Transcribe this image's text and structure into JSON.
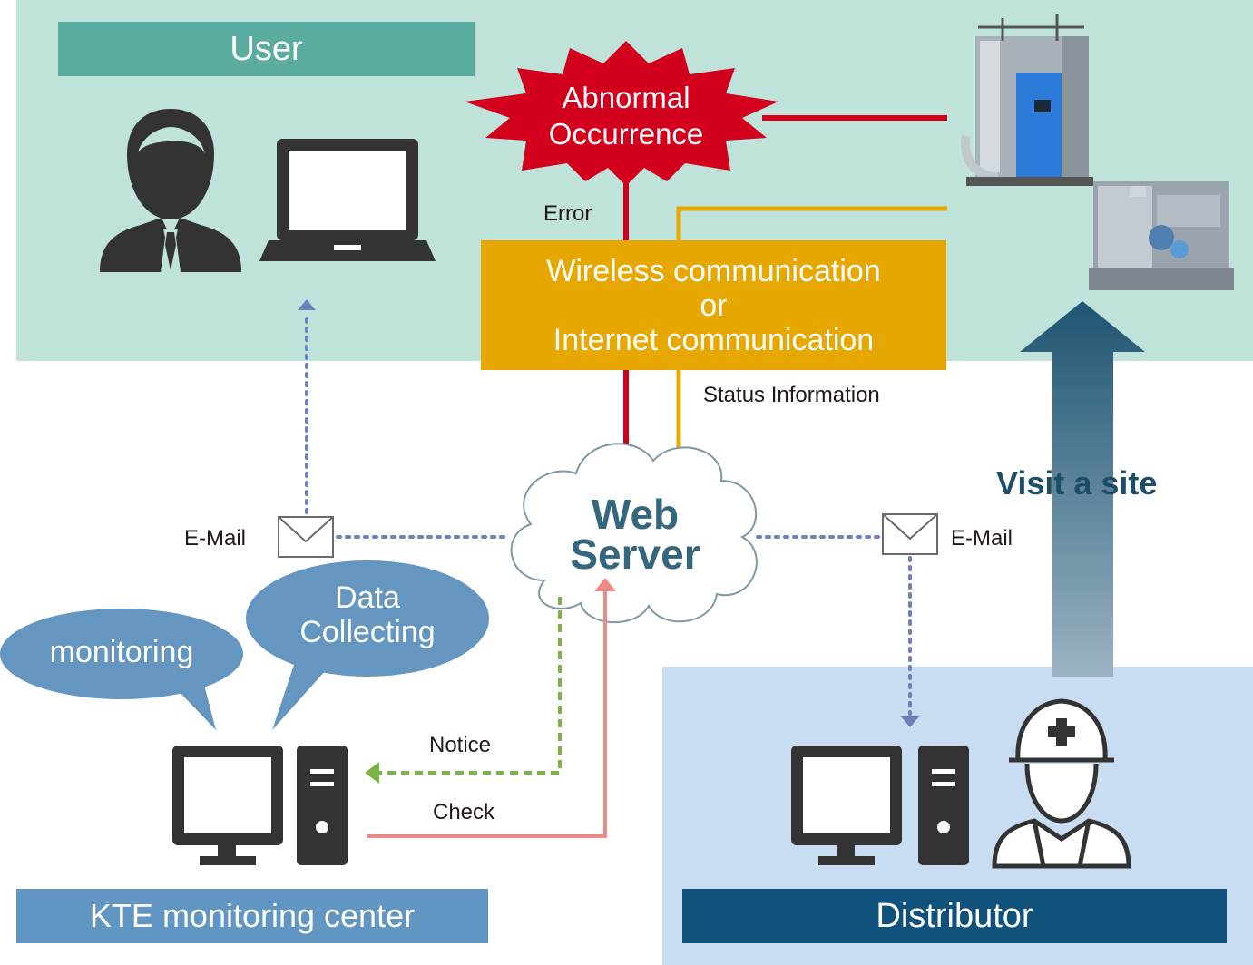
{
  "user": {
    "title": "User"
  },
  "abnormal": {
    "line1": "Abnormal",
    "line2": "Occurrence"
  },
  "error_label": "Error",
  "comm": {
    "line1": "Wireless communication",
    "line2": "or",
    "line3": "Internet communication"
  },
  "status_label": "Status Information",
  "web_server": {
    "line1": "Web",
    "line2": "Server"
  },
  "email_left": "E-Mail",
  "email_right": "E-Mail",
  "visit": "Visit a site",
  "bubble_monitoring": "monitoring",
  "bubble_data": {
    "line1": "Data",
    "line2": "Collecting"
  },
  "notice_label": "Notice",
  "check_label": "Check",
  "kte_title": "KTE monitoring center",
  "distributor_title": "Distributor",
  "colors": {
    "user_bg": "#bfe2db",
    "user_title_bg": "#5aaca1",
    "dist_bg": "#c9ddf2",
    "kte_title_bg": "#6296c2",
    "dist_title_bg": "#10527c",
    "comm_box": "#e6a800",
    "red": "#d2001c",
    "web_text": "#34667d",
    "dotted": "#6e7fbe",
    "notice": "#7ab449",
    "check": "#ee8a86",
    "icon_dark": "#333333",
    "bubble": "#6496c0",
    "visit_text": "#1d4e68"
  }
}
